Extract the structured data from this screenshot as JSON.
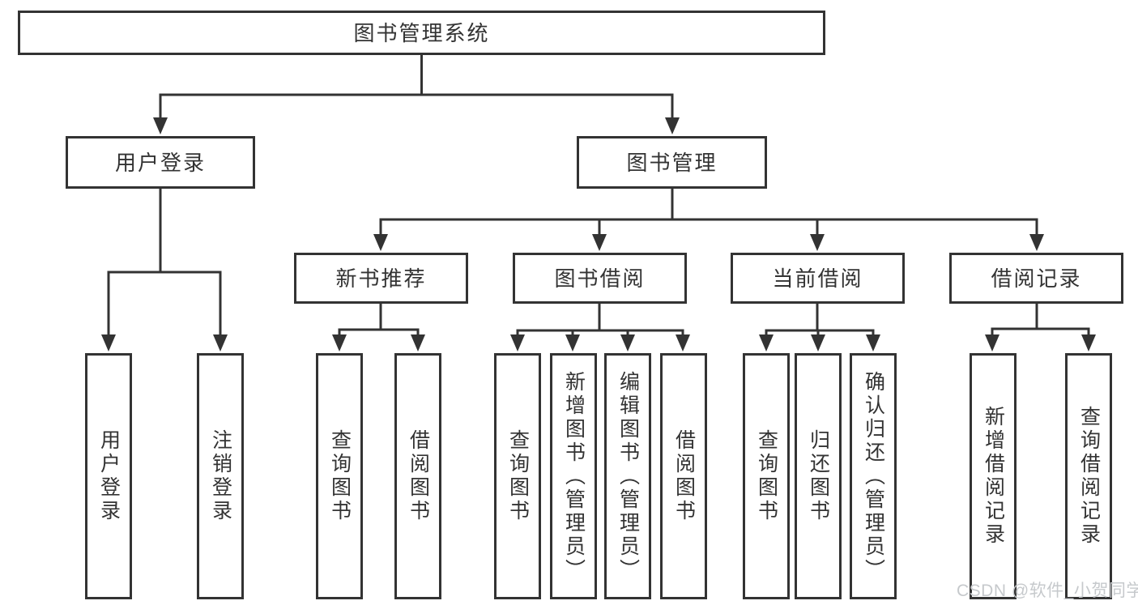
{
  "nodes": {
    "root": "图书管理系统",
    "level1": [
      "用户登录",
      "图书管理"
    ],
    "level2": [
      "新书推荐",
      "图书借阅",
      "当前借阅",
      "借阅记录"
    ],
    "login_children": [
      "用户登录",
      "注销登录"
    ],
    "recommend_children": [
      "查询图书",
      "借阅图书"
    ],
    "borrow_children": [
      "查询图书",
      "新增图书（管理员）",
      "编辑图书（管理员）",
      "借阅图书"
    ],
    "current_children": [
      "查询图书",
      "归还图书",
      "确认归还（管理员）"
    ],
    "records_children": [
      "新增借阅记录",
      "查询借阅记录"
    ]
  },
  "watermark": {
    "text": "CSDN @软件_小贺同学"
  },
  "colors": {
    "line": "#333333",
    "text": "#333333",
    "background": "#ffffff",
    "watermark": "#c6c9cc"
  }
}
